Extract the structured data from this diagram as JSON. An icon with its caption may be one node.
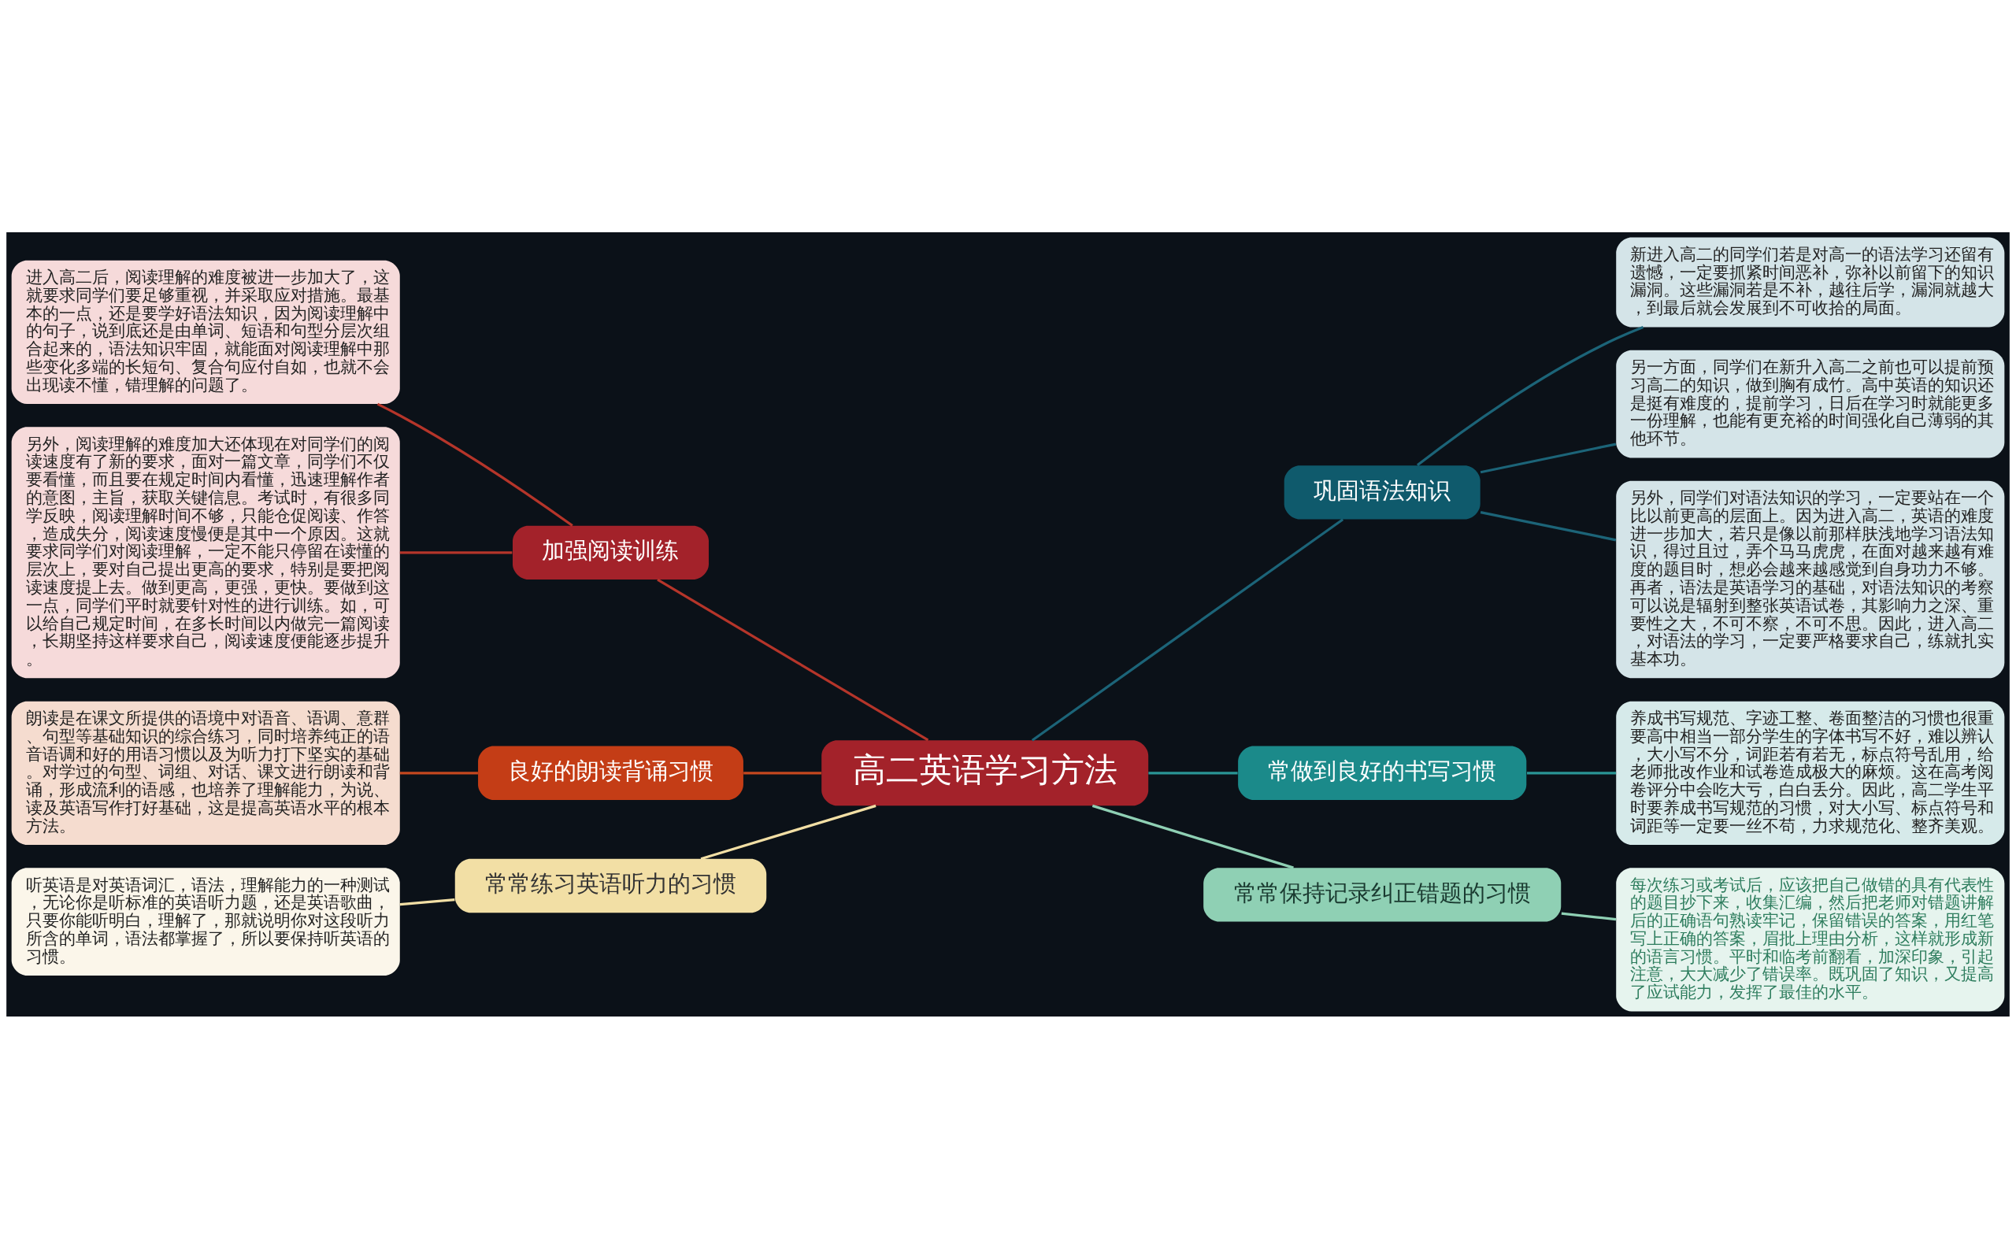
{
  "diagram": {
    "nodes": [
      {
        "text": [
          "高二英语学习方法"
        ]
      },
      {
        "text": [
          "加强阅读训练"
        ]
      },
      {
        "text": [
          "进入高二后，阅读理解的难度被进一步加大了，这就要求同学们要足够重视，并采取应对措施。最基本的一点，还是要学好语法知识，因为阅读理解中的句子，说到底还是由单词、短语和句型分层次组合起来的，语法知识牢固，就能面对阅读理解中那些变化多端的长短句、复合句应付自如，也就不会出现读不懂，错理解的问题了。"
        ]
      },
      {
        "text": [
          "另外，阅读理解的难度加大还体现在对同学们的阅读速度有了新的要求，面对一篇文章，同学们不仅要看懂，而且要在规定时间内看懂，迅速理解作者的意图，主旨，获取关键信息。考试时，有很多同学反映，阅读理解时间不够，只能仓促阅读、作答，造成失分，阅读速度慢便是其中一个原因。这就要求同学们对阅读理解，一定不能只停留在读懂的层次上，要对自己提出更高的要求，特别是要把阅读速度提上去。做到更高，更强，更快。要做到这一点，同学们平时就要针对性的进行训练。如，可以给自己规定时间，在多长时间以内做完一篇阅读，长期坚持这样要求自己，阅读速度便能逐步提升。"
        ]
      },
      {
        "text": [
          "良好的朗读背诵习惯"
        ]
      },
      {
        "text": [
          "朗读是在课文所提供的语境中对语音、语调、意群、句型等基础知识的综合练习，同时培养纯正的语音语调和好的用语习惯以及为听力打下坚实的基础。对学过的句型、词组、对话、课文进行朗读和背诵，形成流利的语感，也培养了理解能力，为说、读及英语写作打好基础，这是提高英语水平的根本方法。"
        ]
      },
      {
        "text": [
          "常常练习英语听力的习惯"
        ]
      },
      {
        "text": [
          "听英语是对英语词汇，语法，理解能力的一种测试，无论你是听标准的英语听力题，还是英语歌曲，只要你能听明白，理解了，那就说明你对这段听力所含的单词，语法都掌握了，所以要保持听英语的习惯。"
        ]
      },
      {
        "text": [
          "巩固语法知识"
        ]
      },
      {
        "text": [
          "新进入高二的同学们若是对高一的语法学习还留有遗憾，一定要抓紧时间恶补，弥补以前留下的知识漏洞。这些漏洞若是不补，越往后学，漏洞就越大，到最后就会发展到不可收拾的局面。"
        ]
      },
      {
        "text": [
          "另一方面，同学们在新升入高二之前也可以提前预习高二的知识，做到胸有成竹。高中英语的知识还是挺有难度的，提前学习，日后在学习时就能更多一份理解，也能有更充裕的时间强化自己薄弱的其他环节。"
        ]
      },
      {
        "text": [
          "另外，同学们对语法知识的学习，一定要站在一个比以前更高的层面上。因为进入高二，英语的难度进一步加大，若只是像以前那样肤浅地学习语法知识，得过且过，弄个马马虎虎，在面对越来越有难度的题目时，想必会越来越感觉到自身功力不够。再者，语法是英语学习的基础，对语法知识的考察可以说是辐射到整张英语试卷，其影响力之深、重要性之大，不可不察，不可不思。因此，进入高二，对语法的学习，一定要严格要求自己，练就扎实基本功。"
        ]
      },
      {
        "text": [
          "常做到良好的书写习惯"
        ]
      },
      {
        "text": [
          "养成书写规范、字迹工整、卷面整洁的习惯也很重要高中相当一部分学生的字体书写不好，难以辨认，大小写不分，词距若有若无，标点符号乱用，给老师批改作业和试卷造成极大的麻烦。这在高考阅卷评分中会吃大亏，白白丢分。因此，高二学生平时要养成书写规范的习惯，对大小写、标点符号和词距等一定要一丝不苟，力求规范化、整齐美观。"
        ]
      },
      {
        "text": [
          "常常保持记录纠正错题的习惯"
        ]
      },
      {
        "text": [
          "每次练习或考试后，应该把自己做错的具有代表性的题目抄下来，收集汇编，然后把老师对错题讲解后的正确语句熟读牢记，保留错误的答案，用红笔写上正确的答案，眉批上理由分析，这样就形成新的语言习惯。平时和临考前翻看，加深印象，引起注意，大大减少了错误率。既巩固了知识，又提高了应试能力，发挥了最佳的水平。"
        ]
      }
    ],
    "edges": [
      {
        "from": 0,
        "to": 1,
        "arrow": "none",
        "color": "#b5352a"
      },
      {
        "from": 1,
        "to": 2,
        "arrow": "none",
        "color": "#b5352a"
      },
      {
        "from": 1,
        "to": 3,
        "arrow": "none",
        "color": "#b5352a"
      },
      {
        "from": 0,
        "to": 4,
        "arrow": "none",
        "color": "#c4471f"
      },
      {
        "from": 4,
        "to": 5,
        "arrow": "none",
        "color": "#c4471f"
      },
      {
        "from": 0,
        "to": 6,
        "arrow": "none",
        "color": "#f2dfa5"
      },
      {
        "from": 6,
        "to": 7,
        "arrow": "none",
        "color": "#f2dfa5"
      },
      {
        "from": 0,
        "to": 8,
        "arrow": "none",
        "color": "#1c6478"
      },
      {
        "from": 8,
        "to": 9,
        "arrow": "none",
        "color": "#1c6478"
      },
      {
        "from": 8,
        "to": 10,
        "arrow": "none",
        "color": "#1c6478"
      },
      {
        "from": 8,
        "to": 11,
        "arrow": "none",
        "color": "#1c6478"
      },
      {
        "from": 0,
        "to": 12,
        "arrow": "none",
        "color": "#2a9595"
      },
      {
        "from": 12,
        "to": 13,
        "arrow": "none",
        "color": "#2a9595"
      },
      {
        "from": 0,
        "to": 14,
        "arrow": "none",
        "color": "#8fd0b4"
      },
      {
        "from": 14,
        "to": 15,
        "arrow": "none",
        "color": "#8fd0b4"
      }
    ]
  }
}
